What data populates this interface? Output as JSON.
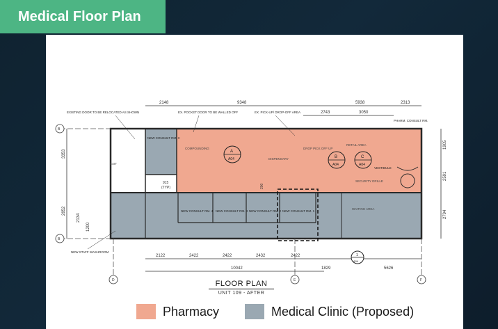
{
  "header": {
    "title": "Medical Floor Plan"
  },
  "colors": {
    "pharmacy": "#f0a890",
    "clinic": "#9aa8b2",
    "banner": "#4db584",
    "line": "#2a2a2a"
  },
  "plan": {
    "title": "FLOOR PLAN",
    "subtitle": "UNIT 109 - AFTER",
    "top_dims": [
      "2148",
      "9348",
      "5938",
      "2313",
      "2743",
      "3050"
    ],
    "bottom_dims": [
      "2122",
      "2422",
      "2422",
      "2432",
      "2422",
      "10042",
      "1829",
      "5626"
    ],
    "left_dims": [
      "3353",
      "2852",
      "2134",
      "1200"
    ],
    "right_dims": [
      "1905",
      "2591",
      "2794"
    ],
    "small_dims": [
      "915",
      "(TYP)",
      "200"
    ],
    "grid_labels": [
      "B",
      "B",
      "D",
      "E",
      "F"
    ],
    "annotations": {
      "existing_door": "EXISTING DOOR TO BE RELOCATED AS SHOWN",
      "pocket_door": "EX. POCKET DOOR TO BE WALLED OFF",
      "pickup": "EX. PICK-UP/ DROP-OFF AREA",
      "pharm_consult": "PHARM. CONSULT RM.",
      "vestibule": "VESTIBULE",
      "new_staff_washroom": "NEW STAFF WASHROOM",
      "exit": "EXIT"
    },
    "rooms": {
      "consult_3": "NEW CONSULT RM. 3",
      "consult_4": "NEW CONSULT RM. 4",
      "consult_3b": "NEW CONSULT RM. 3",
      "consult_2": "NEW CONSULT RM. 2",
      "consult_1": "NEW CONSULT RM. 1",
      "compounding": "COMPOUNDING",
      "dispensary": "DISPENSARY",
      "retail_area": "RETAIL AREA",
      "security_grille": "SECURITY GRILLE",
      "waiting_area": "WAITING AREA",
      "drop_off": "DROP PICK OFF UP"
    },
    "markers": [
      {
        "letter": "A",
        "sheet": "A04"
      },
      {
        "letter": "B",
        "sheet": "A04"
      },
      {
        "letter": "C",
        "sheet": "A04"
      },
      {
        "letter": "1",
        "sheet": "A04"
      }
    ]
  },
  "legend": [
    {
      "label": "Pharmacy",
      "color": "#f0a890"
    },
    {
      "label": "Medical Clinic (Proposed)",
      "color": "#9aa8b2"
    }
  ]
}
